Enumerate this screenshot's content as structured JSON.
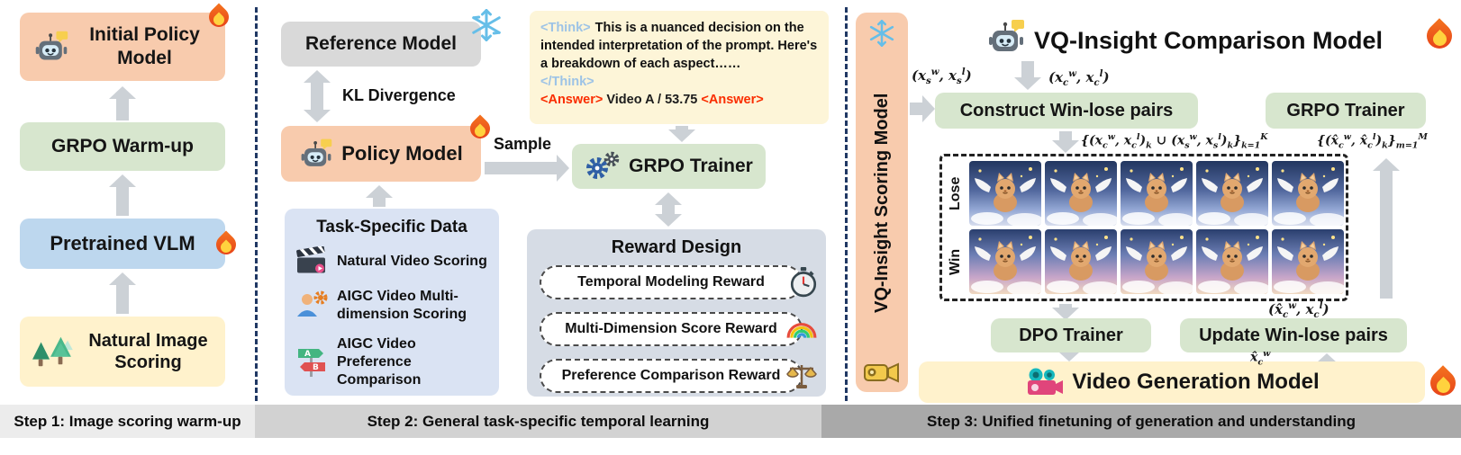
{
  "footer": {
    "step1": "Step 1: Image scoring warm-up",
    "step2": "Step 2: General task-specific temporal learning",
    "step3": "Step 3: Unified finetuning of generation and understanding"
  },
  "step1": {
    "initial_policy_model": "Initial Policy Model",
    "grpo_warmup": "GRPO Warm-up",
    "pretrained_vlm": "Pretrained VLM",
    "natural_image_scoring": "Natural Image Scoring"
  },
  "step2": {
    "reference_model": "Reference Model",
    "kl_divergence": "KL Divergence",
    "policy_model": "Policy Model",
    "sample_label": "Sample",
    "grpo_trainer": "GRPO Trainer",
    "task_data": {
      "title": "Task-Specific Data",
      "items": [
        {
          "label": "Natural Video Scoring"
        },
        {
          "label": "AIGC Video Multi-dimension Scoring"
        },
        {
          "label": "AIGC Video Preference Comparison"
        }
      ]
    },
    "think_box": {
      "think_open": "<Think>",
      "think_text": "This is a nuanced decision on the intended interpretation of the prompt. Here's a breakdown of each aspect……",
      "think_close": "</Think>",
      "answer_open": "<Answer>",
      "answer_value": "Video A / 53.75",
      "answer_close": "<Answer>"
    },
    "reward_design": {
      "title": "Reward Design",
      "items": [
        {
          "label": "Temporal Modeling Reward"
        },
        {
          "label": "Multi-Dimension Score Reward"
        },
        {
          "label": "Preference Comparison Reward"
        }
      ]
    }
  },
  "step3": {
    "scoring_model": "VQ-Insight Scoring Model",
    "comparison_model": "VQ-Insight Comparison Model",
    "construct_pairs": "Construct Win-lose pairs",
    "grpo_trainer": "GRPO Trainer",
    "dpo_trainer": "DPO Trainer",
    "update_pairs": "Update Win-lose pairs",
    "video_generation_model": "Video Generation Model",
    "gallery": {
      "rows": [
        {
          "label": "Lose",
          "count": 5
        },
        {
          "label": "Win",
          "count": 5
        }
      ]
    },
    "math": {
      "s_pair": "(x_s^w, x_s^l)",
      "c_pair": "(x_c^w, x_c^l)",
      "union_set": "{(x_c^w, x_c^l)_k ∪ (x_s^w, x_s^l)_k}_{k=1}^K",
      "hat_set": "{(x̂_c^w, x̂_c^l)_k}_{m=1}^M",
      "hat_pair": "(x̂_c^w, x_c^l)",
      "hat_w": "x̂_c^w"
    }
  },
  "colors": {
    "orange_box": "#F8CBAD",
    "green_box": "#D7E6CE",
    "blue_box": "#BDD7EE",
    "yellow_box": "#FFF2CC",
    "gray_box": "#D9D9D9",
    "task_bg": "#DAE3F3",
    "reward_bg": "#D6DCE5",
    "divider": "#203864",
    "arrow": "#CCD1D6",
    "think_tag": "#9DC3E6",
    "answer_tag": "#FA2D00"
  }
}
